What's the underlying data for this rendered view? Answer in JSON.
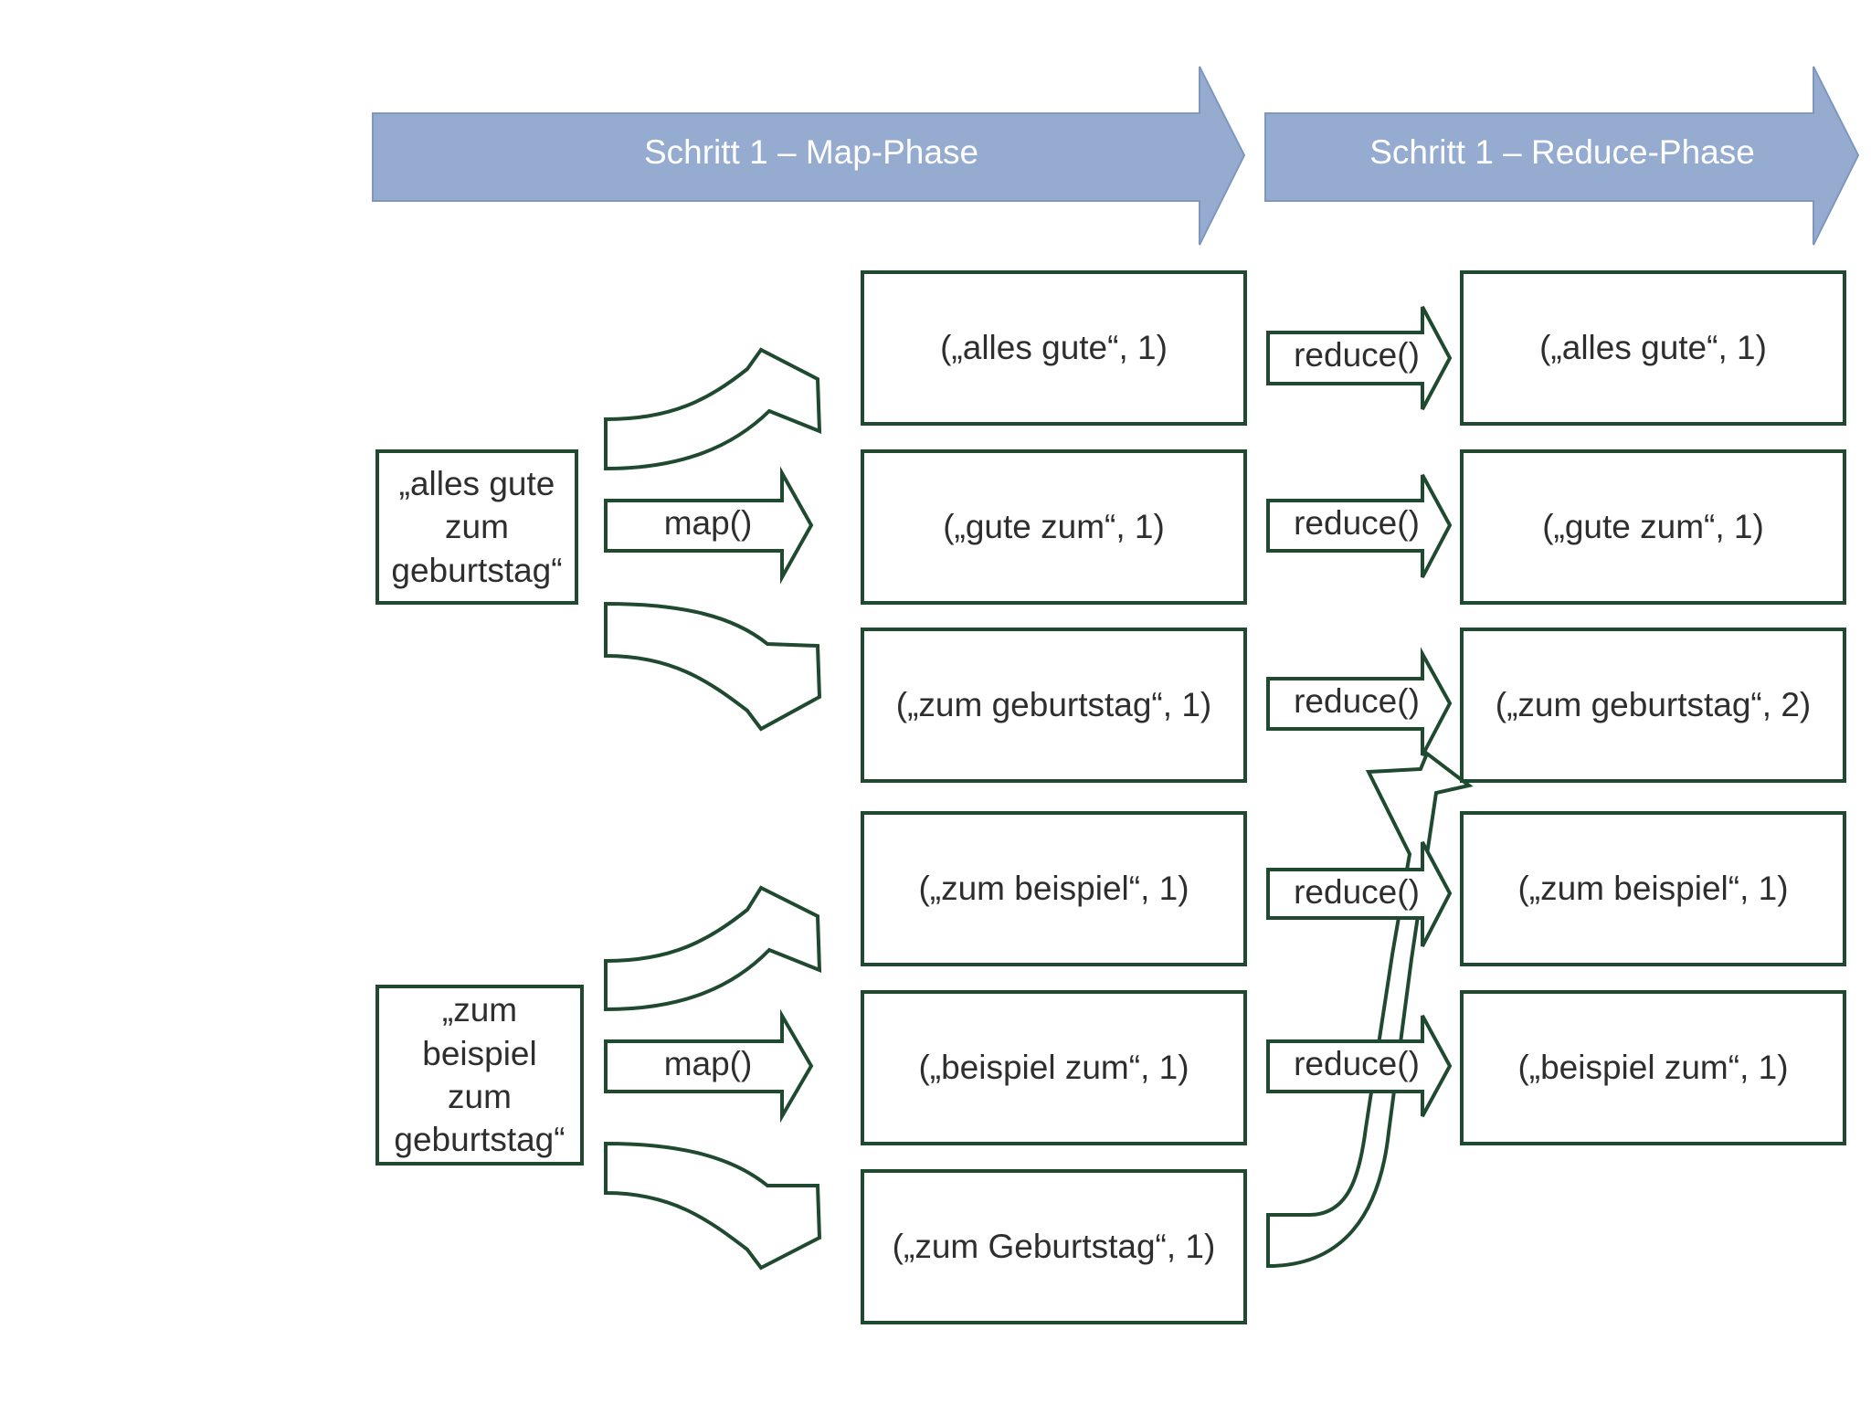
{
  "phases": {
    "map": "Schritt 1 – Map-Phase",
    "reduce": "Schritt 1 – Reduce-Phase"
  },
  "inputs": [
    {
      "lines": [
        "„alles gute",
        "zum",
        "geburtstag“"
      ]
    },
    {
      "lines": [
        "„zum",
        "beispiel",
        "zum",
        "geburtstag“"
      ]
    }
  ],
  "map_label": "map()",
  "reduce_label": "reduce()",
  "map_outputs": [
    "(„alles gute“, 1)",
    "(„gute zum“, 1)",
    "(„zum geburtstag“, 1)",
    "(„zum beispiel“, 1)",
    "(„beispiel zum“, 1)",
    "(„zum Geburtstag“, 1)"
  ],
  "reduce_outputs": [
    "(„alles gute“, 1)",
    "(„gute zum“, 1)",
    "(„zum geburtstag“, 2)",
    "(„zum beispiel“, 1)",
    "(„beispiel zum“, 1)"
  ],
  "colors": {
    "phase_fill": "#95acd0",
    "border": "#1f4a2f",
    "text": "#2e2e2e"
  }
}
